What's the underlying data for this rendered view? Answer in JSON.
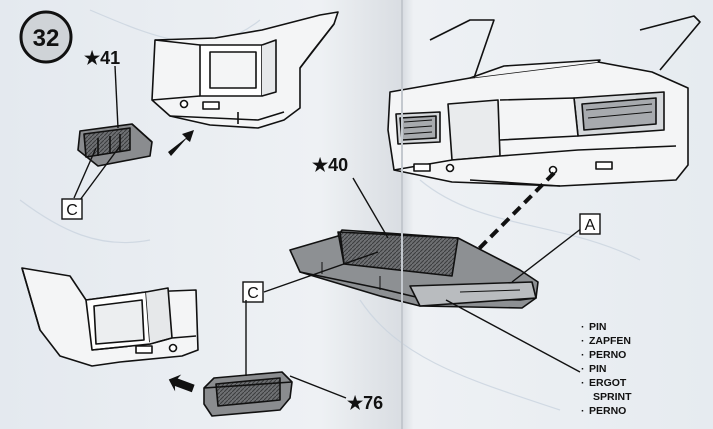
{
  "step": {
    "number": "32"
  },
  "parts": {
    "part_41": "★41",
    "part_40": "★40",
    "part_76": "★76"
  },
  "callouts": {
    "c_top": "C",
    "c_bottom": "C",
    "a": "A"
  },
  "note_list": [
    "PIN",
    "ZAPFEN",
    "PERNO",
    "PIN",
    "ERGOT",
    "SPRINT",
    "PERNO"
  ],
  "note_bullets": [
    true,
    true,
    true,
    true,
    true,
    false,
    true
  ],
  "colors": {
    "ink": "#111111",
    "paper": "#e8ecf0",
    "part_fill": "#7d7f82"
  }
}
